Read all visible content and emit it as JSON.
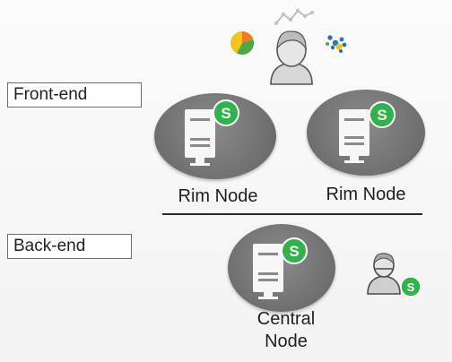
{
  "tiers": {
    "front_end_label": "Front-end",
    "back_end_label": "Back-end"
  },
  "nodes": {
    "rim_1": {
      "label": "Rim Node"
    },
    "rim_2": {
      "label": "Rim Node"
    },
    "central": {
      "label_line1": "Central",
      "label_line2": "Node"
    }
  },
  "icons": {
    "node": "server-icon",
    "badge": "qlik-sense-badge-icon",
    "user": "user-icon",
    "admin": "admin-user-icon"
  },
  "colors": {
    "node_circle": "#737373",
    "badge_green": "#2fb34a",
    "server_white": "#f7f7f7",
    "pie_yellow": "#f2c41c",
    "pie_orange": "#f07b1c",
    "pie_green": "#4aa84a",
    "scatter_blue": "#2a6ec0"
  }
}
